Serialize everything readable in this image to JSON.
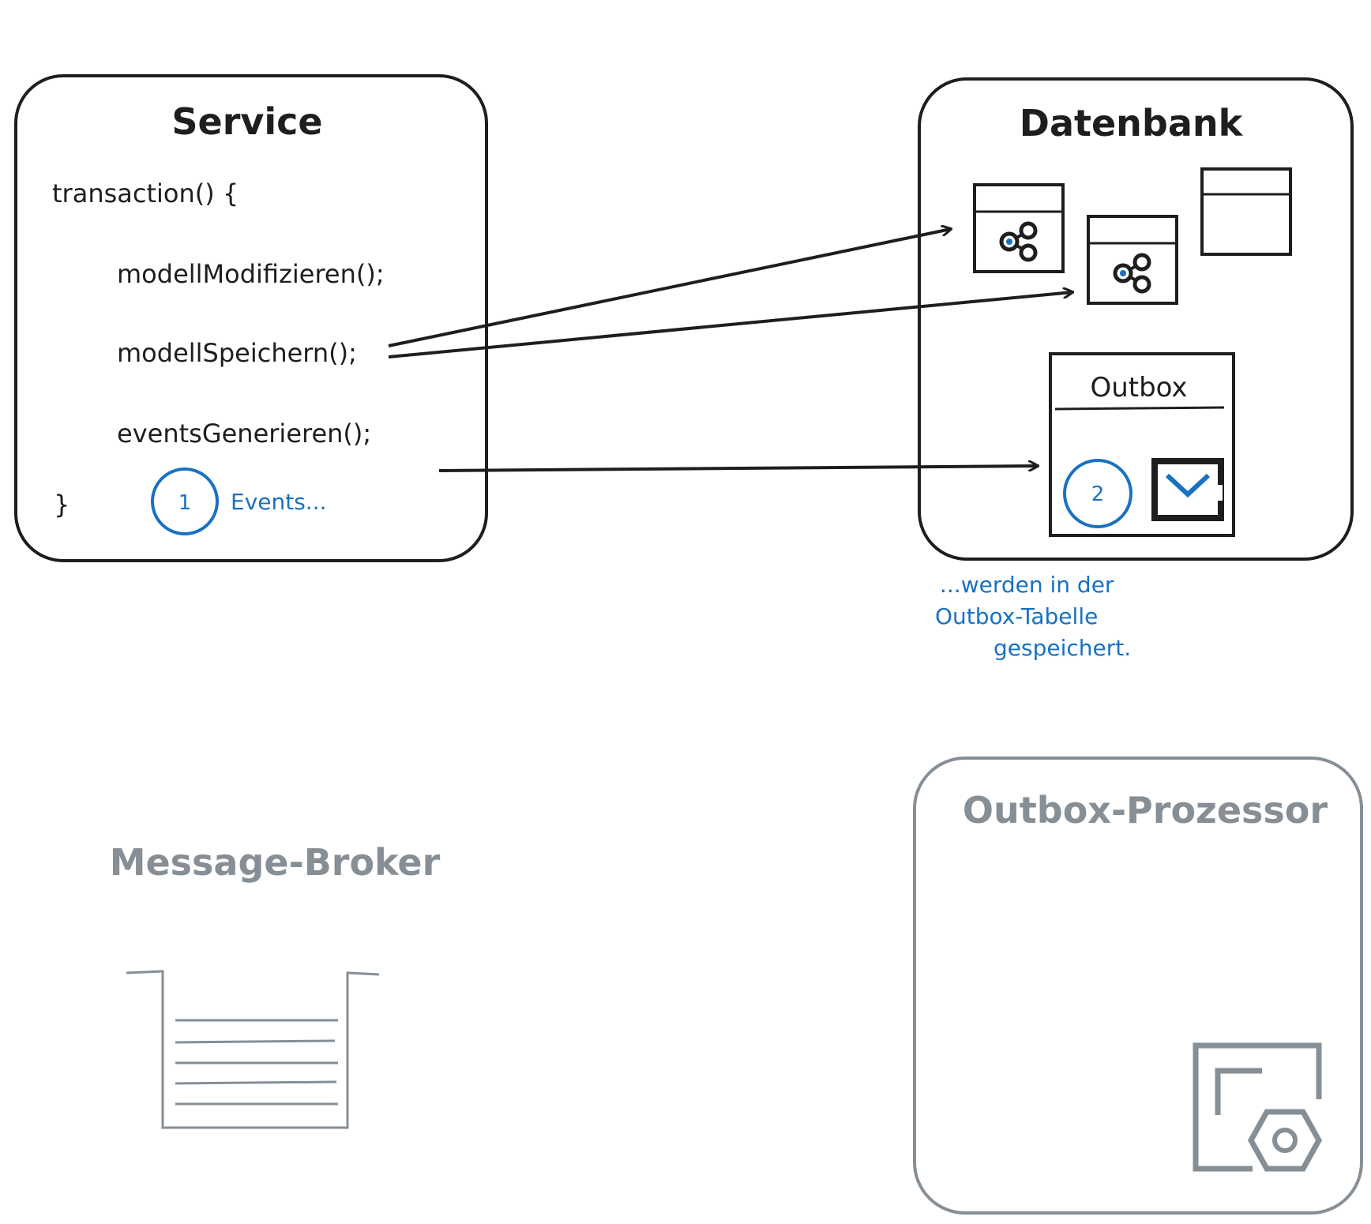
{
  "service": {
    "title": "Service",
    "code_lines": [
      "transaction() {",
      "modellModifizieren();",
      "modellSpeichern();",
      "eventsGenerieren();",
      "}"
    ],
    "step_badge": "1",
    "step_note": "Events..."
  },
  "database": {
    "title": "Datenbank",
    "outbox_title": "Outbox",
    "step_badge": "2",
    "note_lines": [
      "...werden in der",
      "Outbox-Tabelle",
      "gespeichert."
    ]
  },
  "broker": {
    "title": "Message-Broker"
  },
  "processor": {
    "title": "Outbox-Prozessor"
  },
  "colors": {
    "ink": "#1e1e1e",
    "accent": "#1971c2",
    "muted": "#868e96"
  },
  "icons": [
    "share-icon",
    "mail-icon",
    "queue-icon",
    "settings-frame-icon"
  ]
}
